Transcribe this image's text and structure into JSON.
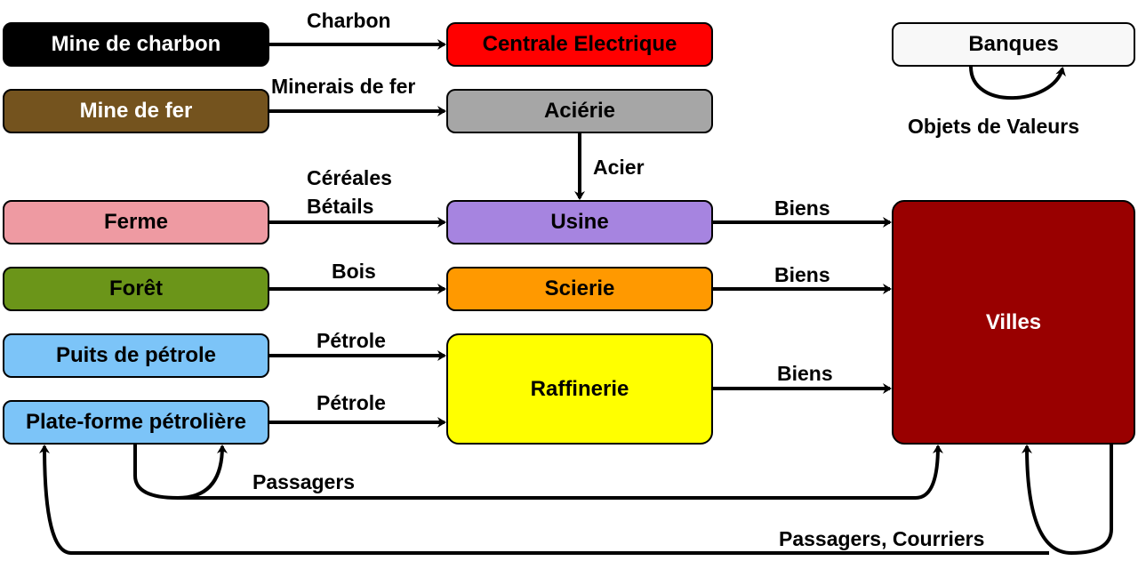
{
  "nodes": {
    "mine_charbon": {
      "label": "Mine de charbon",
      "fill": "#000000",
      "text": "#ffffff"
    },
    "centrale": {
      "label": "Centrale Electrique",
      "fill": "#ff0000",
      "text": "#000000"
    },
    "mine_fer": {
      "label": "Mine de fer",
      "fill": "#74531e",
      "text": "#ffffff"
    },
    "acierie": {
      "label": "Aciérie",
      "fill": "#a6a6a6",
      "text": "#000000"
    },
    "ferme": {
      "label": "Ferme",
      "fill": "#ee9aa2",
      "text": "#000000"
    },
    "usine": {
      "label": "Usine",
      "fill": "#a684e0",
      "text": "#000000"
    },
    "foret": {
      "label": "Forêt",
      "fill": "#6b9519",
      "text": "#000000"
    },
    "scierie": {
      "label": "Scierie",
      "fill": "#ff9900",
      "text": "#000000"
    },
    "puits": {
      "label": "Puits de pétrole",
      "fill": "#7cc4f8",
      "text": "#000000"
    },
    "raffinerie": {
      "label": "Raffinerie",
      "fill": "#ffff00",
      "text": "#000000"
    },
    "plateforme": {
      "label": "Plate-forme pétrolière",
      "fill": "#7cc4f8",
      "text": "#000000"
    },
    "banques": {
      "label": "Banques",
      "fill": "#f8f8f8",
      "text": "#000000"
    },
    "villes": {
      "label": "Villes",
      "fill": "#990000",
      "text": "#ffffff"
    }
  },
  "edges": {
    "charbon": "Charbon",
    "minerais": "Minerais de fer",
    "acier": "Acier",
    "cereales": "Céréales",
    "betails": "Bétails",
    "bois": "Bois",
    "petrole_puits": "Pétrole",
    "petrole_plateforme": "Pétrole",
    "biens_usine": "Biens",
    "biens_scierie": "Biens",
    "biens_raffinerie": "Biens",
    "objets": "Objets de Valeurs",
    "passagers": "Passagers",
    "passagers_courriers": "Passagers, Courriers"
  }
}
